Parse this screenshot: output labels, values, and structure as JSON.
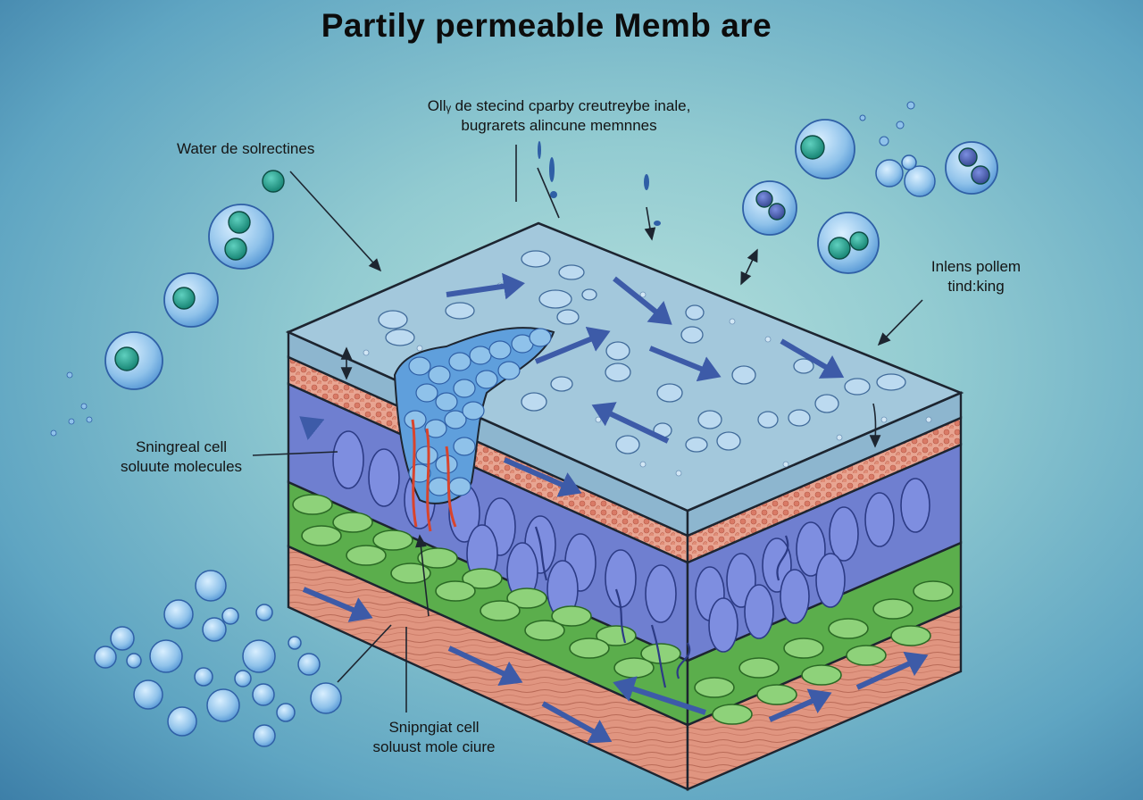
{
  "title": "Partily permeable Memb are",
  "labels": {
    "top_center": {
      "line1": "Ollᵧ de stecind cparby creutreybe inale,",
      "line2": "bugrarets alincune memnnes"
    },
    "top_left": "Water de solrectines",
    "top_right": {
      "line1": "Inlens pollem",
      "line2": "tind:king"
    },
    "mid_left": {
      "line1": "Sningreal cell",
      "line2": "soluute molecules"
    },
    "bottom": {
      "line1": "Snipngiat cell",
      "line2": "soluust mole ciure"
    }
  },
  "layers": [
    {
      "id": "membrane-surface",
      "color": "#a3c8dc"
    },
    {
      "id": "salmon-layer",
      "color": "#e8a592"
    },
    {
      "id": "blue-cell-layer",
      "color": "#6f7fd0"
    },
    {
      "id": "green-cell-layer",
      "color": "#5bae4c"
    },
    {
      "id": "tissue-layer",
      "color": "#e09580"
    }
  ],
  "colors": {
    "arrow": "#3d5ba8",
    "bubble": "#8fc2ea",
    "nucleus": "#1c9a8a",
    "outline": "#1d2530"
  }
}
